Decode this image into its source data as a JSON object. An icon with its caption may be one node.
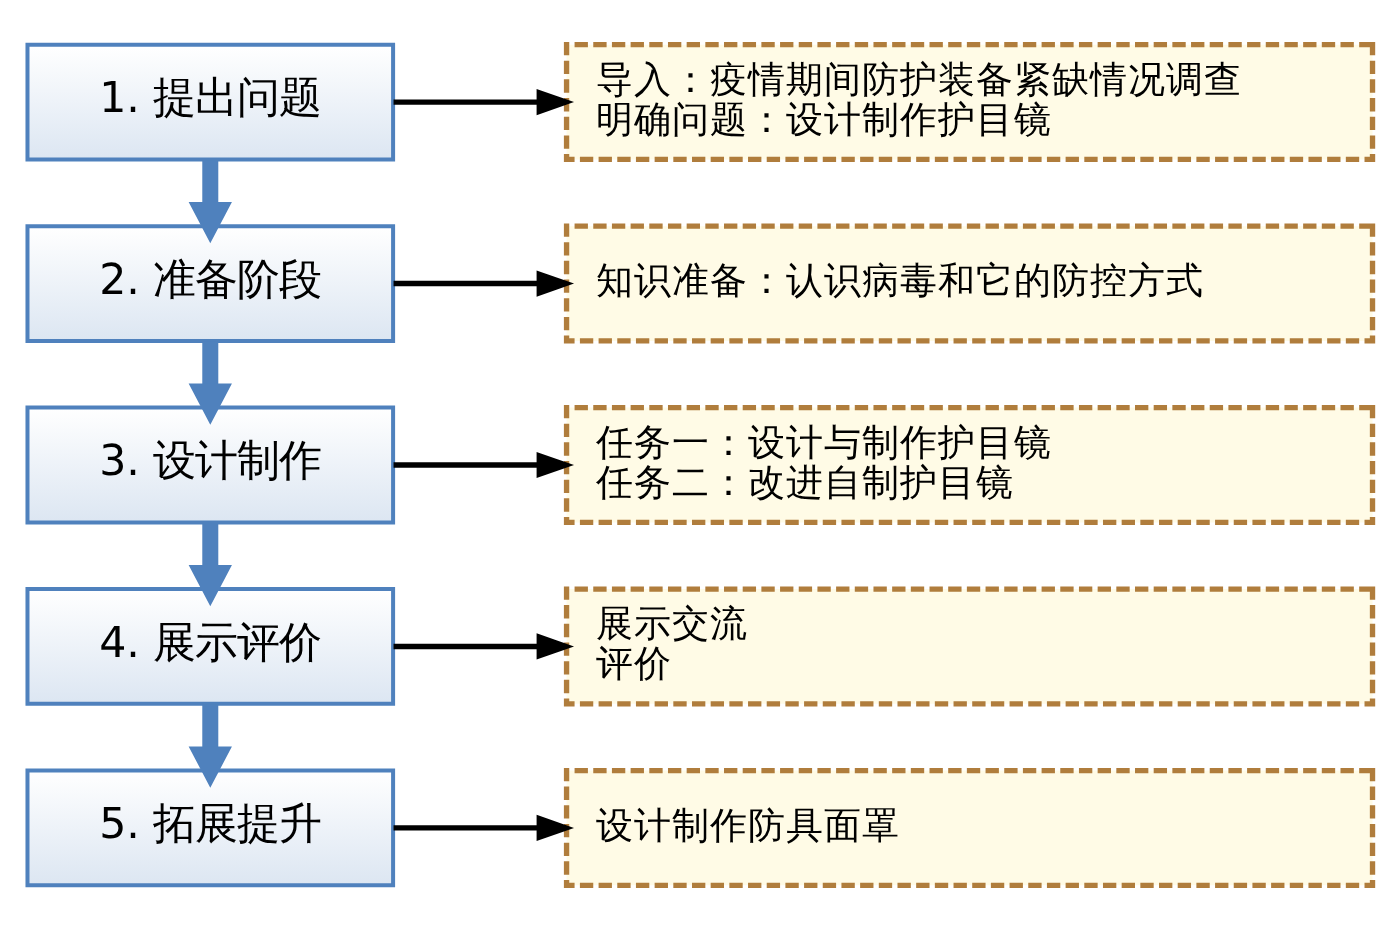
{
  "diagram": {
    "nodes": [
      {
        "text": [
          "1. 提出问题"
        ]
      },
      {
        "text": [
          "导入：疫情期间防护装备紧缺情况调查",
          "明确问题：设计制作护目镜"
        ]
      },
      {
        "text": [
          "2. 准备阶段"
        ]
      },
      {
        "text": [
          "知识准备：认识病毒和它的防控方式"
        ]
      },
      {
        "text": [
          "3. 设计制作"
        ]
      },
      {
        "text": [
          "任务一：设计与制作护目镜",
          "任务二：改进自制护目镜"
        ]
      },
      {
        "text": [
          "4. 展示评价"
        ]
      },
      {
        "text": [
          "展示交流",
          "评价"
        ]
      },
      {
        "text": [
          "5. 拓展提升"
        ]
      },
      {
        "text": [
          "设计制作防具面罩"
        ]
      }
    ],
    "edges": [
      {
        "from": 0,
        "to": 1,
        "arrow": "to"
      },
      {
        "from": 0,
        "to": 2,
        "arrow": "to",
        "style": "thick",
        "color": "#4f81bd"
      },
      {
        "from": 2,
        "to": 3,
        "arrow": "to"
      },
      {
        "from": 2,
        "to": 4,
        "arrow": "to",
        "style": "thick",
        "color": "#4f81bd"
      },
      {
        "from": 4,
        "to": 5,
        "arrow": "to"
      },
      {
        "from": 4,
        "to": 6,
        "arrow": "to",
        "style": "thick",
        "color": "#4f81bd"
      },
      {
        "from": 6,
        "to": 7,
        "arrow": "to"
      },
      {
        "from": 6,
        "to": 8,
        "arrow": "to",
        "style": "thick",
        "color": "#4f81bd"
      },
      {
        "from": 8,
        "to": 9,
        "arrow": "to"
      }
    ]
  }
}
